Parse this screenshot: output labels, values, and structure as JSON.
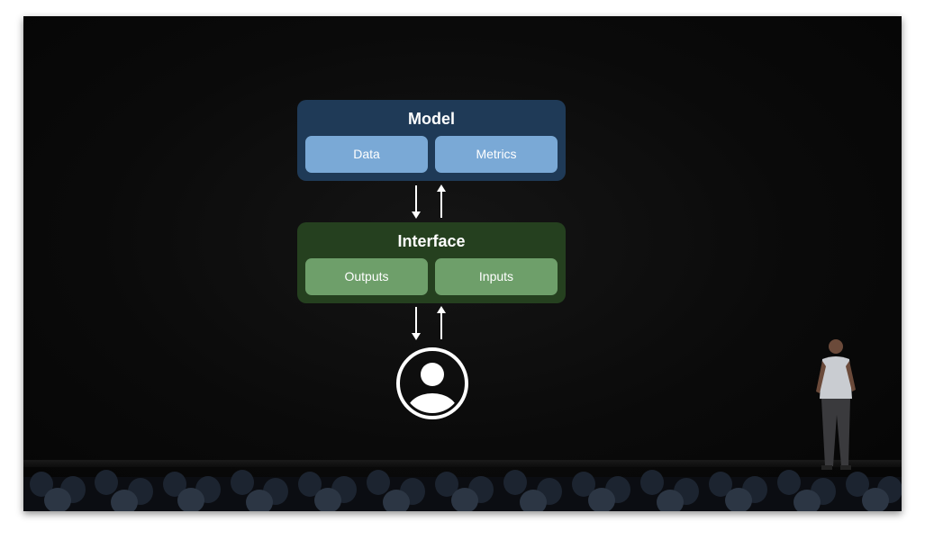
{
  "diagram": {
    "model": {
      "title": "Model",
      "items": [
        "Data",
        "Metrics"
      ]
    },
    "interface": {
      "title": "Interface",
      "items": [
        "Outputs",
        "Inputs"
      ]
    },
    "user_icon": "person-in-circle-icon"
  },
  "colors": {
    "background": "#070707",
    "model_box": "#1f3a57",
    "model_chip": "#7aa9d6",
    "interface_box": "#25401f",
    "interface_chip": "#6e9f6a"
  }
}
